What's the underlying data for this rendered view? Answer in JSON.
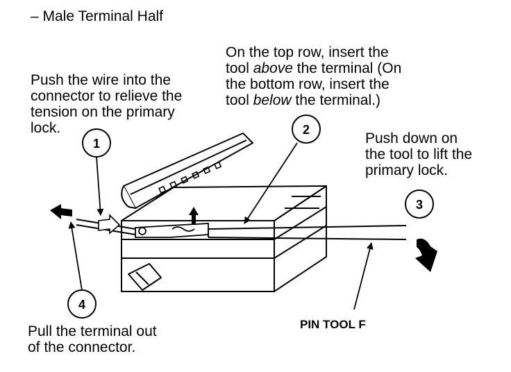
{
  "header": {
    "title": "– Male Terminal Half"
  },
  "notes": {
    "push_wire": [
      "Push the wire into the",
      "connector to relieve the",
      "tension on the primary",
      "lock."
    ],
    "insert_tool": [
      {
        "pre": "On the top row, insert the",
        "em": "",
        "post": ""
      },
      {
        "pre": "tool ",
        "em": "above",
        "post": " the terminal (On"
      },
      {
        "pre": "the bottom row, insert the",
        "em": "",
        "post": ""
      },
      {
        "pre": "tool ",
        "em": "below",
        "post": " the terminal.)"
      }
    ],
    "push_down": [
      "Push down on",
      "the tool to lift the",
      "primary lock."
    ],
    "pull_out": [
      "Pull the terminal out",
      "of the connector."
    ]
  },
  "tool_label": "PIN TOOL F",
  "steps": [
    "1",
    "2",
    "3",
    "4"
  ],
  "colors": {
    "ink": "#000000",
    "paper": "#ffffff"
  }
}
